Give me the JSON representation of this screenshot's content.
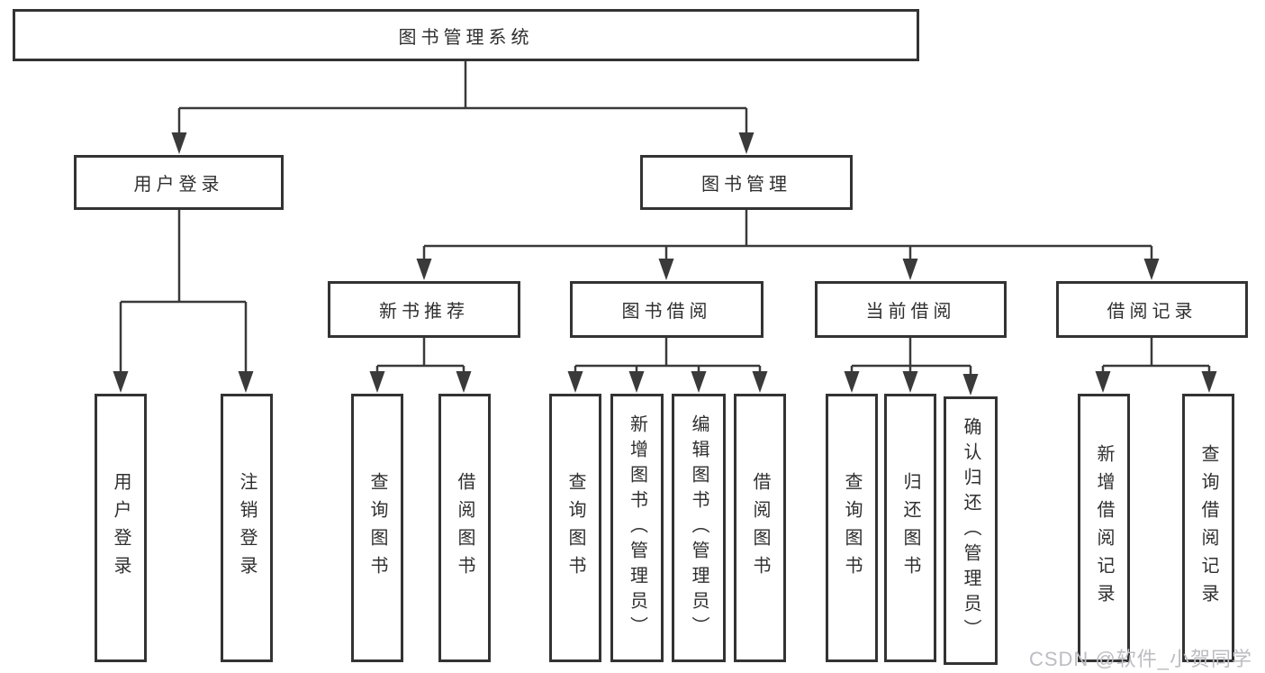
{
  "diagram_title": "图书管理系统",
  "colors": {
    "background": "#ffffff",
    "box_border": "#333333",
    "connector_line": "#3a3a3a",
    "text": "#2f2f2f",
    "watermark": "#bcbcc2"
  },
  "nodes": {
    "root": "图书管理系统",
    "level2": [
      "用户登录",
      "图书管理"
    ],
    "level3": [
      "新书推荐",
      "图书借阅",
      "当前借阅",
      "借阅记录"
    ],
    "login_children": [
      "用户登录",
      "注销登录"
    ],
    "newbook_children": [
      "查询图书",
      "借阅图书"
    ],
    "borrow_children": [
      "查询图书",
      "新增图书（管理员）",
      "编辑图书（管理员）",
      "借阅图书"
    ],
    "current_children": [
      "查询图书",
      "归还图书",
      "确认归还（管理员）"
    ],
    "records_children": [
      "新增借阅记录",
      "查询借阅记录"
    ]
  },
  "watermark": {
    "text": "CSDN @软件_小贺同学"
  }
}
